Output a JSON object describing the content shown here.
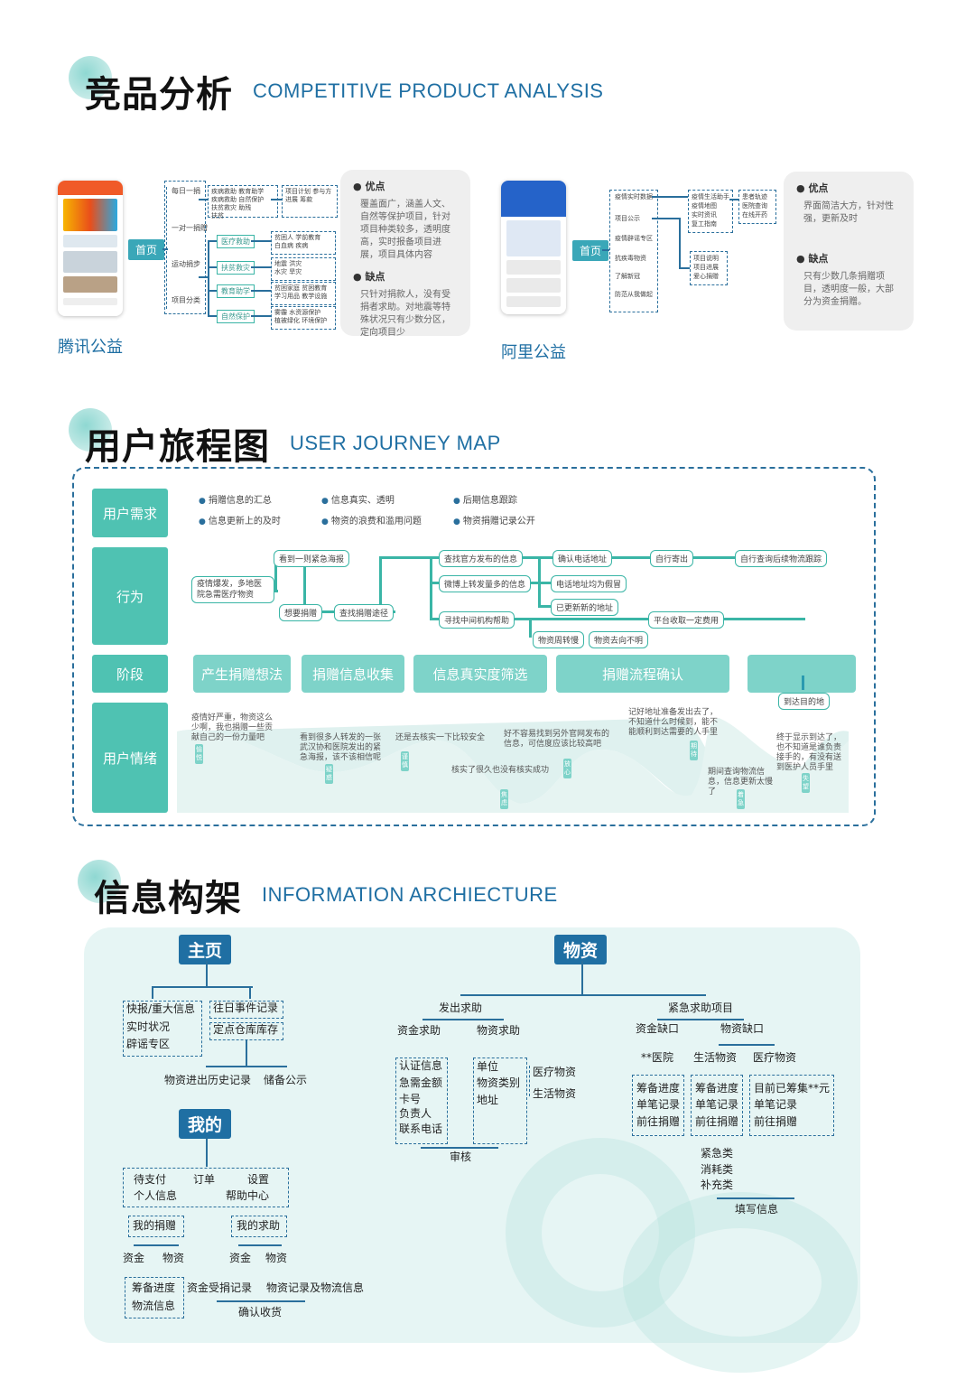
{
  "sections": {
    "competitive": {
      "zh": "竞品分析",
      "en": "COMPETITIVE PRODUCT ANALYSIS"
    },
    "journey": {
      "zh": "用户旅程图",
      "en": "USER JOURNEY MAP"
    },
    "ia": {
      "zh": "信息构架",
      "en": "INFORMATION ARCHIECTURE"
    }
  },
  "products": [
    {
      "name": "腾讯公益",
      "home": "首页",
      "level1": [
        "每日一捐",
        "一对一捐赠",
        "运动捐步",
        "项目分类"
      ],
      "level2": [
        "医疗救助",
        "扶贫救灾",
        "教育助学",
        "自然保护"
      ],
      "groups": [
        "疾病救助 教育助学\n疾病救助 自然保护\n扶贫救灾 助残\n扶贫",
        "项目计划 参与方\n进展 筹款",
        "贫困人 学前教育\n白血病 疾病",
        "地震 洪灾\n水灾 旱灾",
        "贫困家庭 贫困教育\n学习用品 教学设施",
        "雾霾 水资源保护\n植被绿化 环境保护"
      ],
      "pros_title": "优点",
      "pros": "覆盖面广，涵盖人文、自然等保护项目，针对项目种类较多，透明度高，实时报备项目进展，项目具体内容",
      "cons_title": "缺点",
      "cons": "只针对捐款人，没有受捐者求助。对地震等特殊状况只有少数分区，定向项目少"
    },
    {
      "name": "阿里公益",
      "home": "首页",
      "level1": [
        "疫情实时数据",
        "项目公示",
        "疫情辟谣专区",
        "抗疾毒物资",
        "了解新冠",
        "防范从我做起"
      ],
      "groups": [
        "疫情生活助手\n疫情地图\n实时资讯\n复工指南",
        "患者轨迹\n医院查询\n在线开药",
        "项目说明\n项目进展\n爱心捐赠"
      ],
      "pros_title": "优点",
      "pros": "界面简洁大方，针对性强，更新及时",
      "cons_title": "缺点",
      "cons": "只有少数几条捐赠项目，透明度一般，大部分为资金捐赠。"
    }
  ],
  "journey": {
    "rows": [
      "用户需求",
      "行为",
      "阶段",
      "用户情绪"
    ],
    "needs": [
      "捐赠信息的汇总",
      "信息更新上的及时",
      "信息真实、透明",
      "物资的浪费和滥用问题",
      "后期信息跟踪",
      "物资捐赠记录公开"
    ],
    "actions": [
      "疫情爆发，多地医院急需医疗物资",
      "看到一则紧急海报",
      "想要捐赠",
      "查找捐赠途径",
      "查找官方发布的信息",
      "微博上转发量多的信息",
      "寻找中间机构帮助",
      "确认电话地址",
      "电话地址均为假冒",
      "已更新新的地址",
      "物资周转慢",
      "物资去向不明",
      "自行寄出",
      "平台收取一定费用",
      "自行查询后续物流跟踪"
    ],
    "stages": [
      "产生捐赠想法",
      "捐赠信息收集",
      "信息真实度筛选",
      "捐赠流程确认",
      ""
    ],
    "arrive": "到达目的地",
    "emotions": [
      "疫情好严重，物资这么少啊，我也捐赠一些贡献自己的一份力量吧",
      "看到很多人转发的一张武汉协和医院发出的紧急海报，该不该相信呢",
      "还是去核实一下比较安全",
      "核实了很久也没有核实成功",
      "好不容易找到另外官网发布的信息，可信度应该比较高吧",
      "记好地址准备发出去了，不知道什么时候到，能不能顺利到达需要的人手里",
      "期间查询物流信息，信息更新太慢了",
      "终于显示到达了，也不知道是谁负责接手的，有没有送到医护人员手里"
    ],
    "emotion_tags": [
      "愉悦",
      "疑惑",
      "谨慎",
      "焦虑",
      "放心",
      "期待",
      "着急",
      "失望"
    ]
  },
  "ia": {
    "home": {
      "title": "主页",
      "box1": [
        "快报/重大信息",
        "实时状况",
        "辟谣专区"
      ],
      "box2": "往日事件记录",
      "box3": "定点仓库库存",
      "sub": [
        "物资进出历史记录",
        "储备公示"
      ]
    },
    "mine": {
      "title": "我的",
      "box1": [
        "待支付",
        "订单",
        "设置",
        "个人信息",
        "帮助中心"
      ],
      "donate": "我的捐赠",
      "help": "我的求助",
      "sub": [
        "资金",
        "物资",
        "资金",
        "物资"
      ],
      "box2": [
        "筹备进度",
        "物流信息"
      ],
      "rec": [
        "资金受捐记录",
        "物资记录及物流信息"
      ],
      "confirm": "确认收货"
    },
    "supplies": {
      "title": "物资",
      "release": "发出求助",
      "emergency": "紧急求助项目",
      "fund_help": "资金求助",
      "goods_help": "物资求助",
      "fund_box": [
        "认证信息",
        "急需金额",
        "卡号",
        "负责人",
        "联系电话"
      ],
      "goods_box": [
        "单位",
        "物资类别",
        "地址"
      ],
      "goods_types": [
        "医疗物资",
        "生活物资"
      ],
      "review": "审核",
      "fund_gap": "资金缺口",
      "goods_gap": "物资缺口",
      "hospital": "**医院",
      "living": "生活物资",
      "medical": "医疗物资",
      "prog_box": [
        "筹备进度",
        "单笔记录",
        "前往捐赠"
      ],
      "raised_box": [
        "目前已筹集**元",
        "单笔记录",
        "前往捐赠"
      ],
      "cats": [
        "紧急类",
        "消耗类",
        "补充类"
      ],
      "fill": "填写信息"
    }
  }
}
